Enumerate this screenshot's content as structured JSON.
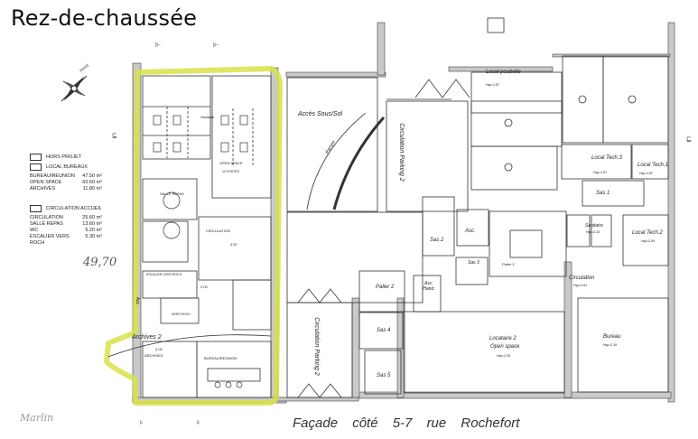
{
  "title": "Rez-de-chaussée",
  "compass": {
    "label": "Nord",
    "icon": "compass-rose-icon"
  },
  "legend": {
    "hors_projet": "HORS PROJET",
    "local_bureaux": {
      "label": "LOCAL BUREAUX",
      "items": [
        {
          "name": "BUREAU/REUNION",
          "value": "47.50 m²"
        },
        {
          "name": "OPEN SPACE",
          "value": "60.60 m²"
        },
        {
          "name": "ARCHIVES",
          "value": "11.80 m²"
        }
      ]
    },
    "circulation_accueil": {
      "label": "CIRCULATION ACCUEIL",
      "items": [
        {
          "name": "CIRCULATION",
          "value": "25.60 m²"
        },
        {
          "name": "SALLE REPAS",
          "value": "13.60 m²"
        },
        {
          "name": "WC",
          "value": "5.20 m²"
        },
        {
          "name": "ESCALIER VERS ROCH",
          "value": "5.30 m²"
        }
      ]
    },
    "handwritten_total": "49,70"
  },
  "highlight_color": "#d8e24a",
  "rooms": {
    "vestiaire": "Vestiaire",
    "open_space": "OPEN SPACE",
    "open_space_sub": "10 POSTES",
    "salle_repas": "SALLE REPAS",
    "circulation": "CIRCULATION",
    "escalier_roch": "ESCALIER VERS ROCH",
    "asc": "Asc",
    "vers_roch": "VERS ROCH",
    "archives_2": "Archives 2",
    "archives": "ARCHIVES",
    "bureau_reunion": "BUREAU/REUNION",
    "dim_1": "3.00",
    "dim_2": "3.00",
    "dim_3": "4.57",
    "acces_sous_sol": "Accès Sous/Sol",
    "rampe": "Rampe",
    "circulation_parking_2_top": "Circulation Parking 2",
    "circulation_parking_2_bottom": "Circulation Parking 2",
    "local_poubelle": "Local poubelle",
    "local_poubelle_area": "Hsp=1.87",
    "local_tech_3": "Local Tech.3",
    "local_tech_3_area": "Hsp=1.87",
    "local_tech_1": "Local Tech.1",
    "local_tech_1_area": "Hsp=1.87",
    "sas_1": "Sas 1",
    "sas_2": "Sas 2",
    "sas_3": "Sas 3",
    "sas_4": "Sas 4",
    "sas_5": "Sas 5",
    "asc_right": "Asc.",
    "asc_hand": "Asc. Hand.",
    "palier_2": "Palier 2",
    "palier_1": "Palier 1",
    "sanitaire": "Sanitaire",
    "sanitaire_area": "Hsp=2.33",
    "local_tech_2": "Local Tech.2",
    "local_tech_2_area": "Hsp=2.59",
    "circulation_right": "Circulation",
    "circulation_right_area": "Hsp=2.81",
    "locataire_2": "Locataire 2",
    "locataire_2_sub": "Open space",
    "locataire_2_area": "Hsp=2.39",
    "bureau": "Bureau",
    "bureau_area": "Hsp=2.39"
  },
  "facade": "Façade côté 5-7 rue Rochefort",
  "signature": "Marlin"
}
